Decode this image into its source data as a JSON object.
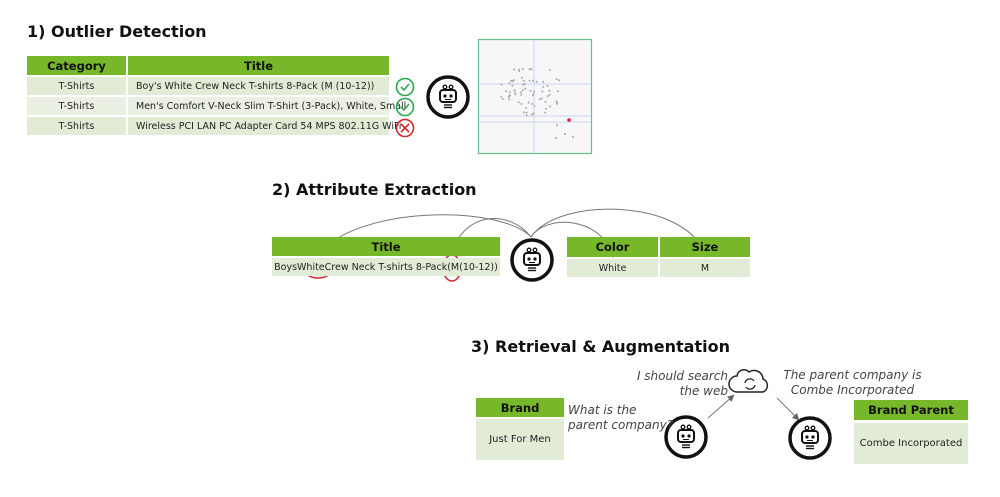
{
  "sections": {
    "outlier": {
      "title": "1) Outlier Detection",
      "headers": [
        "Category",
        "Title"
      ],
      "rows": [
        {
          "category": "T-Shirts",
          "title": "Boy's White Crew Neck T-shirts 8-Pack (M (10-12))",
          "status": "ok"
        },
        {
          "category": "T-Shirts",
          "title": "Men's Comfort V-Neck Slim T-Shirt (3-Pack), White, Small",
          "status": "ok"
        },
        {
          "category": "T-Shirts",
          "title": "Wireless PCI LAN PC Adapter Card 54 MPS 802.11G WiFi",
          "status": "outlier"
        }
      ]
    },
    "extraction": {
      "title": "2) Attribute Extraction",
      "title_header": "Title",
      "title_value_parts": [
        "Boys ",
        "White",
        " Crew Neck T-shirts 8-Pack ",
        "(M",
        " (10-12))"
      ],
      "attr_headers": [
        "Color",
        "Size"
      ],
      "attr_values": [
        "White",
        "M"
      ]
    },
    "retrieval": {
      "title": "3) Retrieval & Augmentation",
      "brand_header": "Brand",
      "brand_value": "Just For Men",
      "question": [
        "What is the",
        "parent company?"
      ],
      "thought": [
        "I should search",
        "the web"
      ],
      "answer": [
        "The parent company is",
        "Combe Incorporated"
      ],
      "parent_header": "Brand Parent",
      "parent_value": "Combe Incorporated"
    }
  },
  "icons": {
    "robot": "robot-icon",
    "check": "check-circle-icon",
    "cross": "x-circle-icon",
    "cloud": "cloud-sync-icon"
  },
  "colors": {
    "header": "#76b82a",
    "row": "#e2ebd6",
    "ok": "#2aa84a",
    "bad": "#d0262e",
    "outlier_point": "#e0203a"
  }
}
